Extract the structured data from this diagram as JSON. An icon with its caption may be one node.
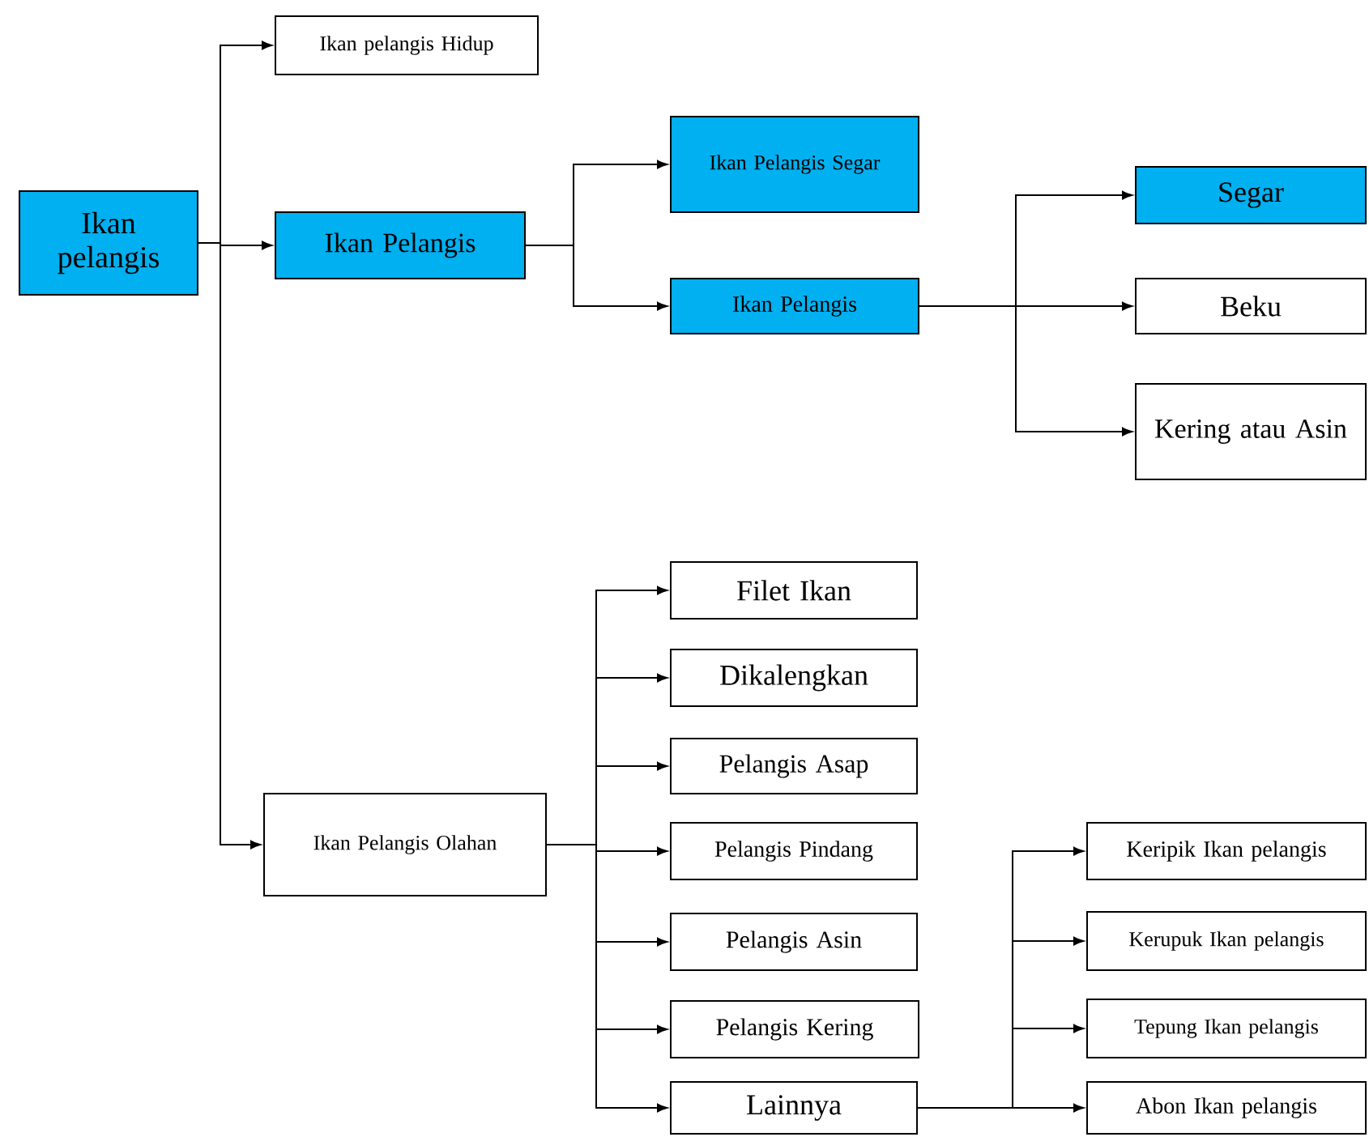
{
  "diagram": {
    "nodes": [
      {
        "text": [
          "Ikan pelangis"
        ]
      },
      {
        "text": [
          "Ikan pelangis Hidup"
        ]
      },
      {
        "text": [
          "Ikan Pelangis"
        ]
      },
      {
        "text": [
          "Ikan Pelangis Segar"
        ]
      },
      {
        "text": [
          "Ikan Pelangis"
        ]
      },
      {
        "text": [
          "Segar"
        ]
      },
      {
        "text": [
          "Beku"
        ]
      },
      {
        "text": [
          "Kering atau Asin"
        ]
      },
      {
        "text": [
          "Ikan Pelangis Olahan"
        ]
      },
      {
        "text": [
          "Filet Ikan"
        ]
      },
      {
        "text": [
          "Dikalengkan"
        ]
      },
      {
        "text": [
          "Pelangis Asap"
        ]
      },
      {
        "text": [
          "Pelangis Pindang"
        ]
      },
      {
        "text": [
          "Pelangis Asin"
        ]
      },
      {
        "text": [
          "Pelangis Kering"
        ]
      },
      {
        "text": [
          "Lainnya"
        ]
      },
      {
        "text": [
          "Keripik Ikan pelangis"
        ]
      },
      {
        "text": [
          "Kerupuk Ikan pelangis"
        ]
      },
      {
        "text": [
          "Tepung Ikan pelangis"
        ]
      },
      {
        "text": [
          "Abon Ikan pelangis"
        ]
      }
    ],
    "edges": [
      {
        "from": 0,
        "to": 1,
        "arrow": "to"
      },
      {
        "from": 0,
        "to": 2,
        "arrow": "to"
      },
      {
        "from": 0,
        "to": 8,
        "arrow": "to"
      },
      {
        "from": 2,
        "to": 3,
        "arrow": "to"
      },
      {
        "from": 2,
        "to": 4,
        "arrow": "to"
      },
      {
        "from": 4,
        "to": 5,
        "arrow": "to"
      },
      {
        "from": 4,
        "to": 6,
        "arrow": "to"
      },
      {
        "from": 4,
        "to": 7,
        "arrow": "to"
      },
      {
        "from": 8,
        "to": 9,
        "arrow": "to"
      },
      {
        "from": 8,
        "to": 10,
        "arrow": "to"
      },
      {
        "from": 8,
        "to": 11,
        "arrow": "to"
      },
      {
        "from": 8,
        "to": 12,
        "arrow": "to"
      },
      {
        "from": 8,
        "to": 13,
        "arrow": "to"
      },
      {
        "from": 8,
        "to": 14,
        "arrow": "to"
      },
      {
        "from": 8,
        "to": 15,
        "arrow": "to"
      },
      {
        "from": 15,
        "to": 16,
        "arrow": "to"
      },
      {
        "from": 15,
        "to": 17,
        "arrow": "to"
      },
      {
        "from": 15,
        "to": 18,
        "arrow": "to"
      },
      {
        "from": 15,
        "to": 19,
        "arrow": "to"
      }
    ]
  }
}
